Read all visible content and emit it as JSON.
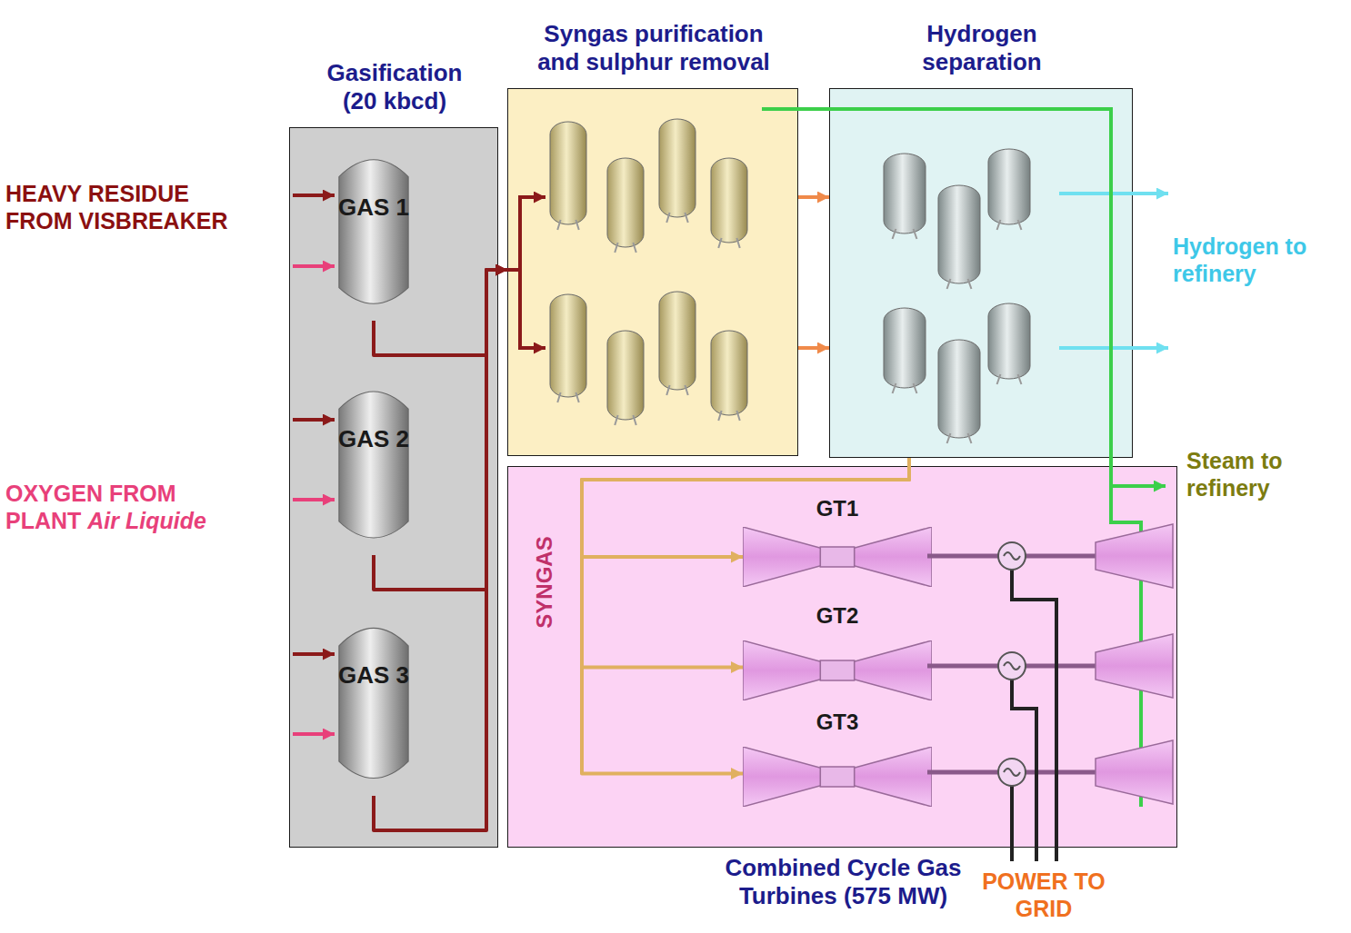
{
  "diagram": {
    "nodes": [
      {
        "text": [
          "Gasification (20 kbcd)"
        ]
      },
      {
        "text": [
          "GAS 1"
        ],
        "in": 0
      },
      {
        "text": [
          "GAS 2"
        ],
        "in": 0
      },
      {
        "text": [
          "GAS 3"
        ],
        "in": 0
      },
      {
        "text": [
          "Syngas purification and sulphur removal"
        ]
      },
      {
        "text": [
          "Hydrogen separation"
        ]
      },
      {
        "text": [
          "SYNGAS",
          "Combined Cycle Gas Turbines (575 MW)"
        ]
      },
      {
        "text": [
          "GT1"
        ],
        "in": 6
      },
      {
        "text": [
          "GT2"
        ],
        "in": 6
      },
      {
        "text": [
          "GT3"
        ],
        "in": 6
      }
    ],
    "edges": [
      {
        "from": 1,
        "to": 4,
        "arrow": "to"
      },
      {
        "from": 2,
        "to": 4,
        "arrow": "to"
      },
      {
        "from": 3,
        "to": 4,
        "arrow": "to"
      },
      {
        "from": 4,
        "to": 5,
        "arrow": "to"
      },
      {
        "from": 4,
        "to": 5,
        "arrow": "to"
      },
      {
        "from": 5,
        "to": 7,
        "arrow": "to"
      },
      {
        "from": 5,
        "to": 8,
        "arrow": "to"
      },
      {
        "from": 5,
        "to": 9,
        "arrow": "to"
      }
    ],
    "labels": [
      "HEAVY RESIDUE FROM VISBREAKER",
      "OXYGEN FROM PLANT",
      "Air Liquide",
      "Hydrogen to refinery",
      "Steam to refinery",
      "POWER TO GRID"
    ]
  }
}
